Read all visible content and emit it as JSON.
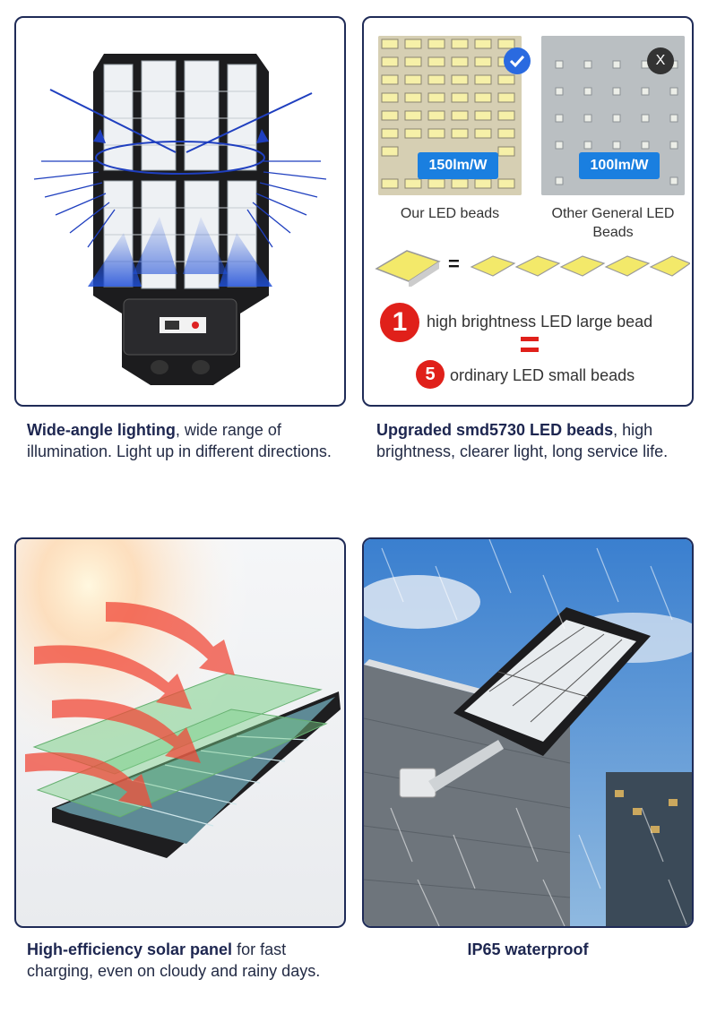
{
  "panels": {
    "wide_angle": {
      "caption_bold": "Wide-angle lighting",
      "caption_rest": ", wide range of illumination. Light up in different directions."
    },
    "led_beads": {
      "ours": {
        "label": "Our LED beads",
        "efficiency": "150lm/W",
        "mark": "✓"
      },
      "other": {
        "label": "Other General LED Beads",
        "efficiency": "100lm/W",
        "mark": "X"
      },
      "equation_symbol": "=",
      "statement_one_number": "1",
      "statement_one_text": "high brightness LED large bead",
      "statement_five_number": "5",
      "statement_five_text": "ordinary LED small beads",
      "caption_bold": "Upgraded smd5730 LED beads",
      "caption_rest": ", high brightness, clearer light, long service life."
    },
    "solar_panel": {
      "caption_bold": "High-efficiency solar panel",
      "caption_rest": " for fast charging, even on cloudy and rainy days."
    },
    "waterproof": {
      "caption": "IP65 waterproof"
    }
  },
  "colors": {
    "frame": "#1f2b57",
    "badge_blue": "#1a7fe0",
    "accent_red": "#e0201a",
    "arrow_blue": "#1f3fbf"
  }
}
